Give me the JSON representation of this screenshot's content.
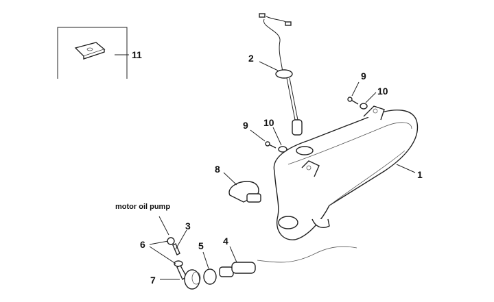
{
  "diagram": {
    "labels": {
      "tank": "1",
      "level_sensor": "2",
      "fitting": "3",
      "filter": "4",
      "clamp": "5",
      "washers": "6",
      "hose_connector": "7",
      "cap": "8",
      "screw_right": "9",
      "washer_right": "10",
      "screw_left": "9",
      "washer_left": "10",
      "clip_inset": "11"
    },
    "note": "motor oil pump"
  }
}
